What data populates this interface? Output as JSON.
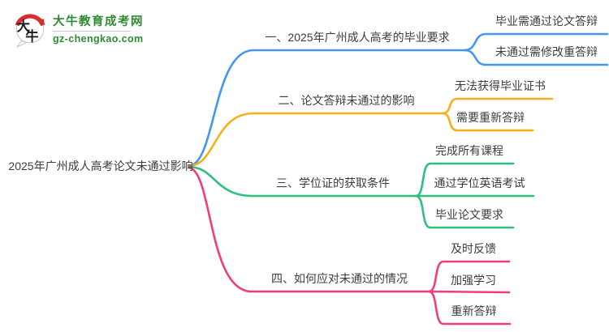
{
  "site": {
    "logo_text": "大牛",
    "logo_title": "大牛教育成考网",
    "logo_url": "gz-chengkao.com",
    "brand_color": "#2e8b34"
  },
  "mindmap": {
    "root": "2025年广州成人高考论文未通过影响",
    "branches": [
      {
        "label": "一、2025年广州成人高考的毕业要求",
        "color": "#4197f2",
        "children": [
          "毕业需通过论文答辩",
          "未通过需修改重答辩"
        ]
      },
      {
        "label": "二、论文答辩未通过的影响",
        "color": "#fbad1a",
        "children": [
          "无法获得毕业证书",
          "需要重新答辩"
        ]
      },
      {
        "label": "三、学位证的获取条件",
        "color": "#2fbe7c",
        "children": [
          "完成所有课程",
          "通过学位英语考试",
          "毕业论文要求"
        ]
      },
      {
        "label": "四、如何应对未通过的情况",
        "color": "#f23c7c",
        "children": [
          "及时反馈",
          "加强学习",
          "重新答辩"
        ]
      }
    ]
  }
}
